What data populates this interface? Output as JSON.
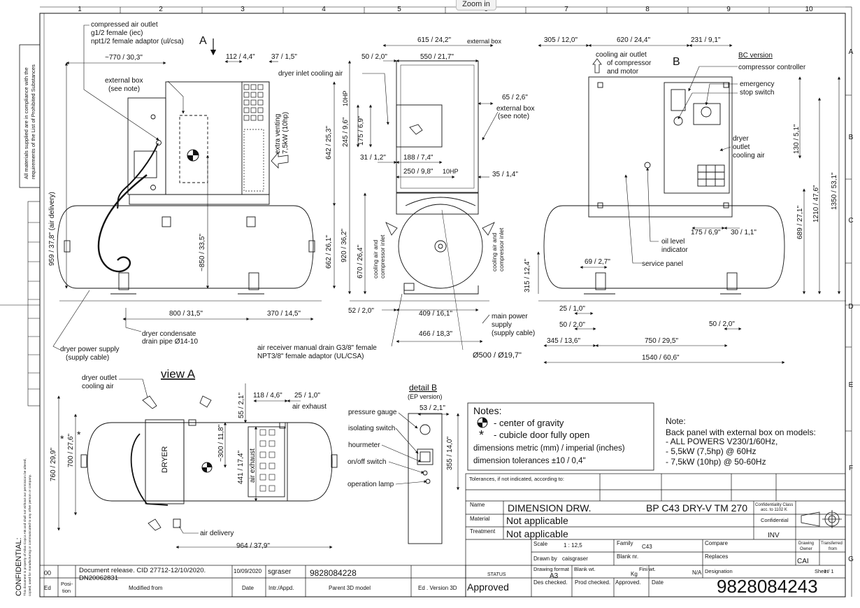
{
  "toolbar": {
    "zoom_label": "Zoom in"
  },
  "grid": {
    "columns": [
      "1",
      "2",
      "3",
      "4",
      "5",
      "6",
      "7",
      "8",
      "9",
      "10"
    ],
    "rows": [
      "A",
      "B",
      "C",
      "D",
      "E",
      "F",
      "G"
    ]
  },
  "side_text": {
    "rohs_line1": "All materials supplied are in compliance with the",
    "rohs_line2": "requirements of the List of Prohibited Substances",
    "confidential_title": "CONFIDENTIAL:",
    "confidential_line1": "This document is property of Atlas Copco AB and shall not without our permission be altered,",
    "confidential_line2": "copied, used for manufacturing or communicated to any other person or company."
  },
  "front_view": {
    "marker": "A",
    "callouts": {
      "air_outlet_1": "compressed air outlet",
      "air_outlet_2": "g1/2 female (iec)",
      "air_outlet_3": "npt1/2 female adaptor (ul/csa)",
      "ext_box_1": "external box",
      "ext_box_2": "(see note)",
      "venting_1": "extra venting",
      "venting_2": "7,5kW (10hp)",
      "condensate_1": "dryer condensate",
      "condensate_2": "drain pipe Ø14-10",
      "dryer_supply_1": "dryer power supply",
      "dryer_supply_2": "(supply cable)"
    },
    "dims": {
      "width_770": "~770 / 30,3\"",
      "d112": "112 / 4,4\"",
      "d37": "37 / 1,5\"",
      "h959": "959 / 37,8\" (air delivery)",
      "h850": "~850 / 33,5\"",
      "h642": "642 / 25,3\"",
      "h662": "662 / 26,1\"",
      "w800": "800 / 31,5\"",
      "w370": "370 / 14,5\""
    }
  },
  "side_view": {
    "callouts": {
      "ext_box_label": "external box",
      "dryer_inlet": "dryer inlet cooling air",
      "ext_box_1": "external box",
      "ext_box_2": "(see note)",
      "cooling_left_1": "cooling air and",
      "cooling_left_2": "compressor inlet",
      "cooling_right_1": "cooling air and",
      "cooling_right_2": "compressor inlet",
      "main_power_1": "main power",
      "main_power_2": "supply",
      "main_power_3": "(supply cable)",
      "drain_1": "air receiver manual drain G3/8\" female",
      "drain_2": "NPT3/8\" female adaptor (UL/CSA)"
    },
    "dims": {
      "w615": "615 / 24,2\"",
      "w50": "50 / 2,0\"",
      "w550": "550 / 21,7\"",
      "d65": "65 / 2,6\"",
      "h245": "245 / 9,6\"",
      "hp10": "10HP",
      "h175": "175 / 6,9\"",
      "w31": "31 / 1,2\"",
      "w188": "188 / 7,4\"",
      "w250": "250 / 9,8\"",
      "hp10b": "10HP",
      "w35": "35 / 1,4\"",
      "h920": "920 / 36,2\"",
      "h670": "670 / 26,4\"",
      "w52": "52 / 2,0\"",
      "w409": "409 / 16,1\"",
      "w466": "466 / 18,3\"",
      "dia500": "Ø500 / Ø19,7\""
    }
  },
  "rear_view": {
    "marker": "B",
    "callouts": {
      "outlet_1": "cooling air outlet",
      "outlet_2": "of compressor",
      "outlet_3": "and motor",
      "bc": "BC version",
      "controller": "compressor controller",
      "estop_1": "emergency",
      "estop_2": "stop switch",
      "dryer_out_1": "dryer",
      "dryer_out_2": "outlet",
      "dryer_out_3": "cooling air",
      "oil_1": "oil level",
      "oil_2": "indicator",
      "service": "service panel"
    },
    "dims": {
      "w305": "305 / 12,0\"",
      "w620": "620 / 24,4\"",
      "w231": "231 / 9,1\"",
      "h130": "130 / 5,1\"",
      "h1350": "1350 / 53,1\"",
      "h1210": "1210 / 47,6\"",
      "h689": "689 / 27,1\"",
      "w175": "175 / 6,9\"",
      "w30": "30 / 1,1\"",
      "w69": "69 / 2,7\"",
      "h315": "315 / 12,4\"",
      "w25": "25 / 1,0\"",
      "w50a": "50 / 2,0\"",
      "w50b": "50 / 2,0\"",
      "w345": "345 / 13,6\"",
      "w750": "750 / 29,5\"",
      "w1540": "1540 / 60,6\""
    }
  },
  "view_a": {
    "title": "view A",
    "dryer": "DRYER",
    "air_exhaust_v": "air exhaust",
    "callouts": {
      "dryer_outlet_1": "dryer outlet",
      "dryer_outlet_2": "cooling air",
      "air_exhaust": "air exhaust",
      "air_delivery": "air delivery"
    },
    "dims": {
      "h760": "760 / 29,9\"",
      "h700": "700 / 27,6\"",
      "d55": "55 / 2,1\"",
      "d118": "118 / 4,6\"",
      "d25": "25 / 1,0\"",
      "d300": "~300 / 11,8\"",
      "h441": "441 / 17,4\"",
      "w964": "964 / 37,9\""
    }
  },
  "detail_b": {
    "title": "detail B",
    "subtitle": "(EP version)",
    "dims": {
      "w53": "53 / 2,1\"",
      "h355": "355 / 14,0\""
    },
    "callouts": {
      "gauge": "pressure gauge",
      "isolating": "isolating switch",
      "hourmeter": "hourmeter",
      "onoff": "on/off switch",
      "lamp": "operation lamp"
    }
  },
  "notes": {
    "title": "Notes:",
    "cog": "- center of gravity",
    "star": "*",
    "cubicle": "- cubicle door fully open",
    "units": "dimensions metric (mm) / imperial (inches)",
    "tolerance": "dimension tolerances ±10 / 0,4\""
  },
  "note_right": {
    "title": "Note:",
    "line1": "Back panel with external box on models:",
    "line2": "- ALL POWERS  V230/1/60Hz,",
    "line3": "- 5,5kW (7,5hp) @ 60Hz",
    "line4": "- 7,5kW (10hp) @ 50-60Hz"
  },
  "title_block": {
    "tolerances": "Tolerances, if not indicated, according to:",
    "name_label": "Name",
    "name": "DIMENSION DRW.",
    "model": "BP C43 DRY-V TM 270",
    "conf_class_1": "Confidentiality Class",
    "conf_class_2": "acc. to 1102 K",
    "conf_value": "Confidential",
    "material_label": "Material",
    "material": "Not applicable",
    "treatment_label": "Treatment",
    "treatment": "Not applicable",
    "inv": "INV",
    "scale_label": "Scale",
    "scale": "1 : 12,5",
    "family_label": "Family",
    "family": "C43",
    "compare_label": "Compare",
    "drawn_label": "Drawn by",
    "drawn": "caisgraser",
    "blank_nr_label": "Blank nr.",
    "replaces_label": "Replaces",
    "owner_1": "Drawing",
    "owner_2": "Owner",
    "owner": "CAI",
    "transferred_1": "Transferred",
    "transferred_2": "from",
    "format_label": "Drawing format",
    "format": "A3",
    "blank_wt_label": "Blank wt.",
    "kg": "Kg",
    "fini_wt_label": "Fini wt.",
    "na": "N/A",
    "designation_label": "Designation",
    "sheet_label": "Sheet",
    "sheet": "1    /    1",
    "status_label": "STATUS",
    "status": "Approved",
    "des_checked": "Des checked.",
    "prod_checked": "Prod checked.",
    "approved": "Approved.",
    "date": "Date",
    "number": "9828084243"
  },
  "revision": {
    "ed": "00",
    "desc_1": "Document release. CID 27712-12/10/2020.",
    "desc_2": "DN20062831",
    "date": "10/09/2020",
    "by": "sgraser",
    "parent": "9828084228",
    "h_ed": "Ed",
    "h_pos_1": "Posi-",
    "h_pos_2": "tion",
    "h_mod": "Modified from",
    "h_date": "Date",
    "h_intr": "Intr./Appd.",
    "h_parent": "Parent 3D model",
    "h_ed3d": "Ed . Version 3D"
  }
}
